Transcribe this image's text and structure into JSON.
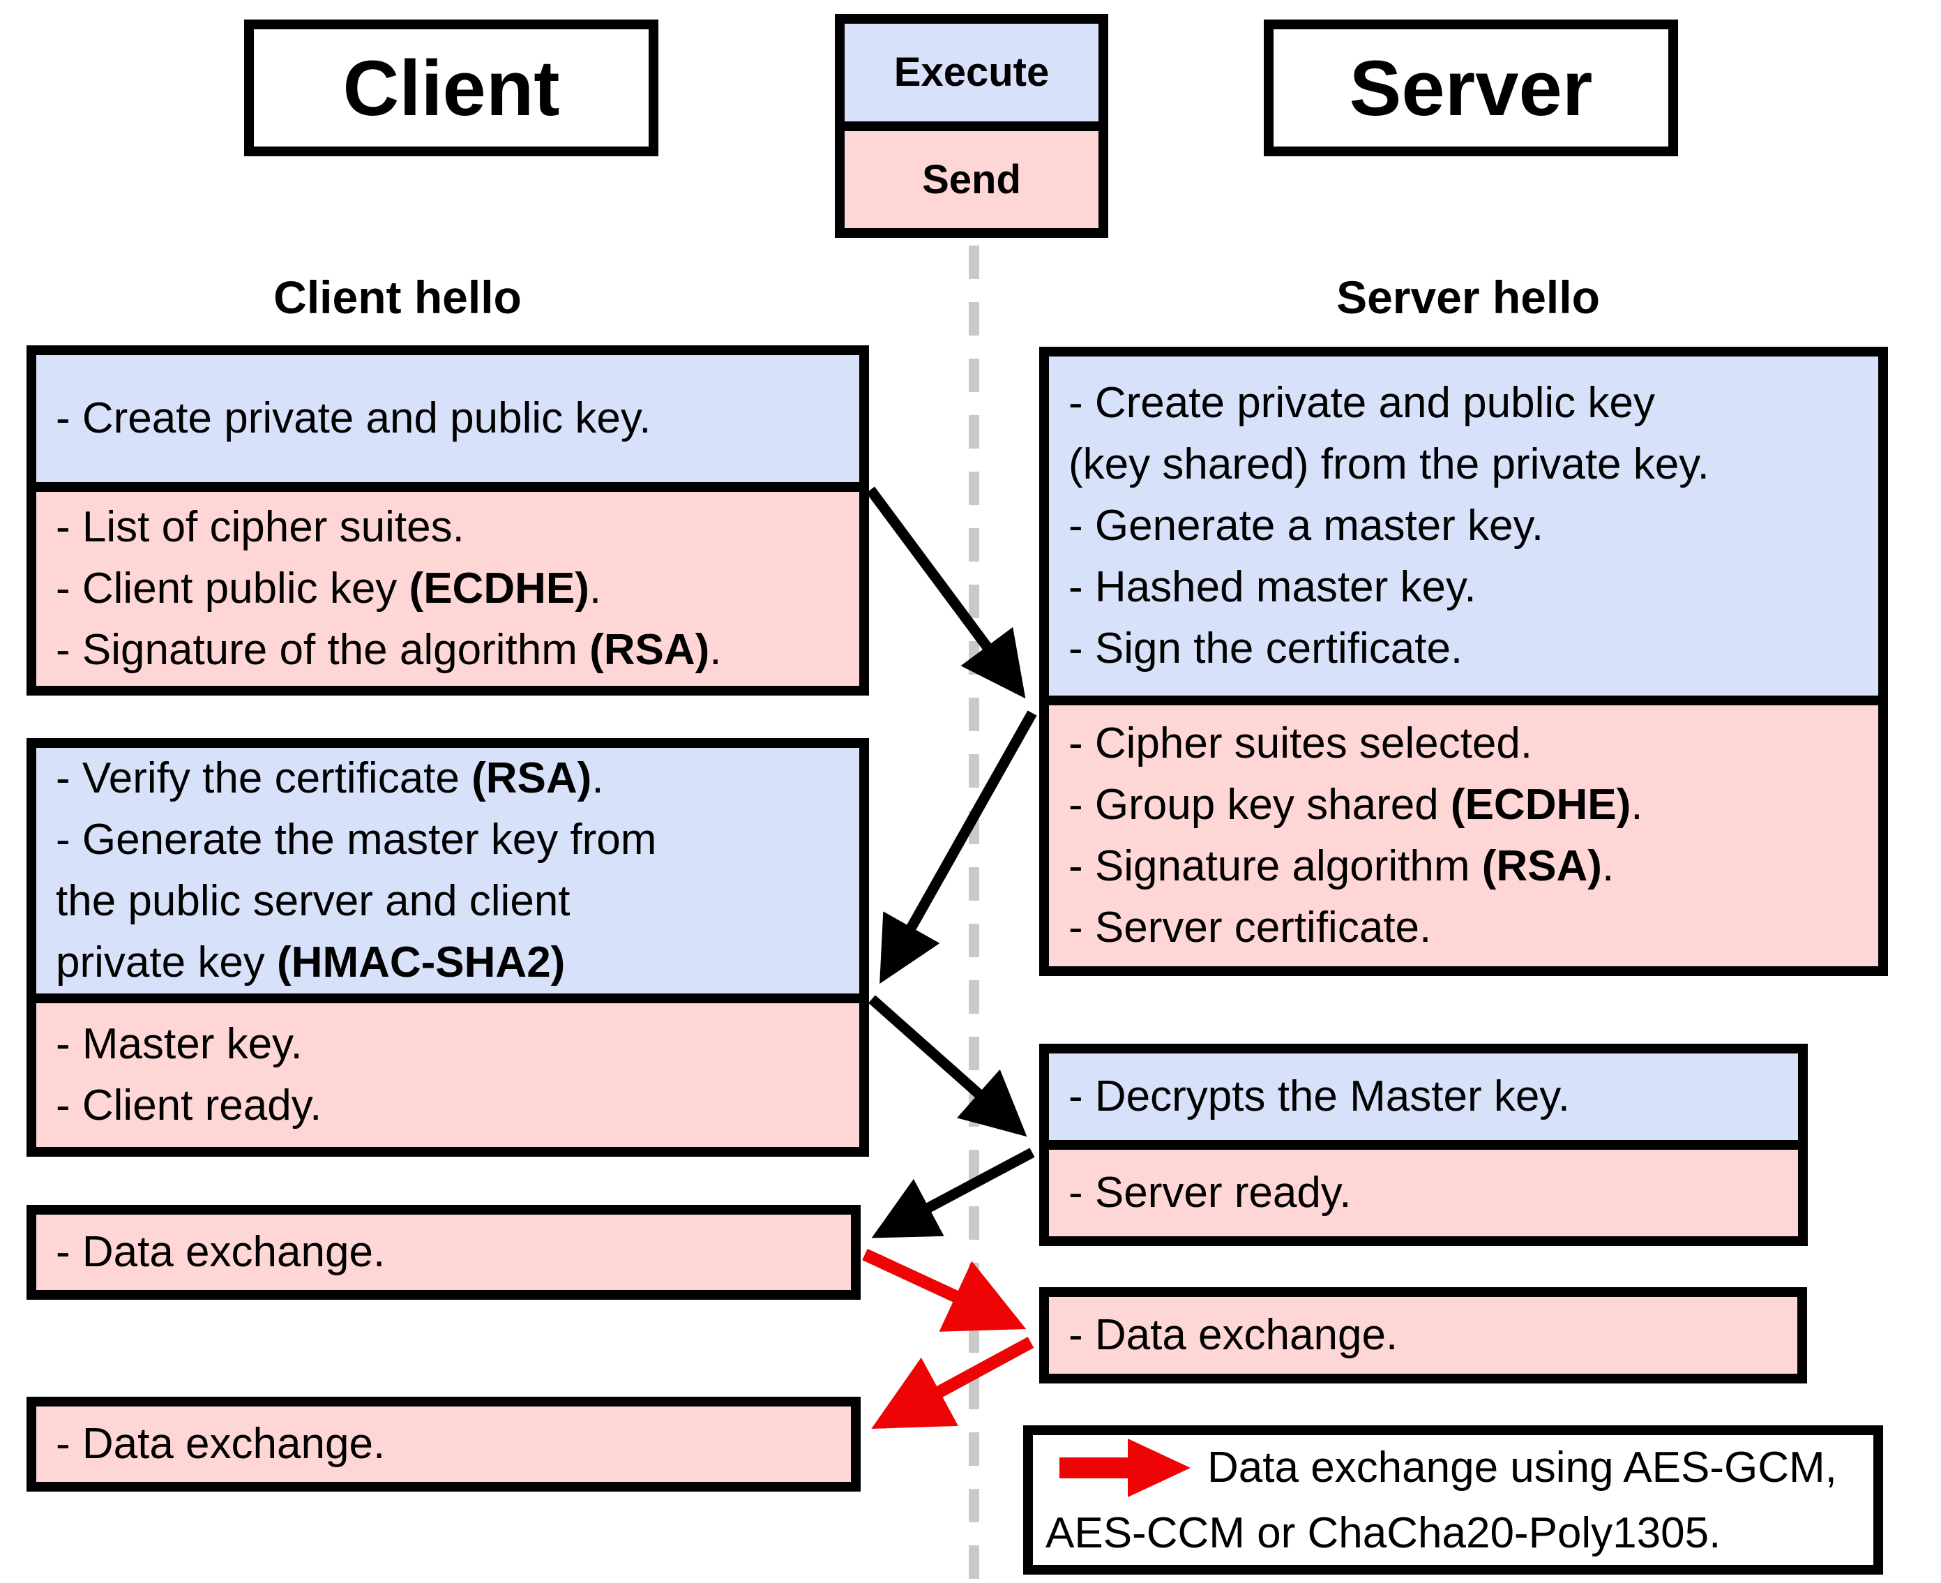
{
  "colors": {
    "execute_fill": "#d8e1fa",
    "send_fill": "#ffd6d6",
    "border": "#000000",
    "arrow_black": "#000000",
    "arrow_red": "#ee0404",
    "lifeline_gray": "#c9c9c9"
  },
  "titles": {
    "client": "Client",
    "server": "Server"
  },
  "legend": {
    "execute": "Execute",
    "send": "Send"
  },
  "headings": {
    "client": "Client hello",
    "server": "Server hello"
  },
  "client_flow": {
    "box1": {
      "execute": [
        [
          {
            "t": "- Create private and public key."
          }
        ]
      ],
      "send": [
        [
          {
            "t": "- List of cipher suites."
          }
        ],
        [
          {
            "t": "- Client public key "
          },
          {
            "t": "(ECDHE)",
            "b": true
          },
          {
            "t": "."
          }
        ],
        [
          {
            "t": "- Signature of the algorithm "
          },
          {
            "t": "(RSA)",
            "b": true
          },
          {
            "t": "."
          }
        ]
      ]
    },
    "box2": {
      "execute": [
        [
          {
            "t": "- Verify the certificate "
          },
          {
            "t": "(RSA)",
            "b": true
          },
          {
            "t": "."
          }
        ],
        [
          {
            "t": "- Generate the master key from"
          }
        ],
        [
          {
            "t": "the public server and client"
          }
        ],
        [
          {
            "t": "private key "
          },
          {
            "t": "(HMAC-SHA2)",
            "b": true
          }
        ]
      ],
      "send": [
        [
          {
            "t": "- Master key."
          }
        ],
        [
          {
            "t": "- Client ready."
          }
        ]
      ]
    },
    "data1": {
      "send": [
        [
          {
            "t": "- Data exchange."
          }
        ]
      ]
    },
    "data2": {
      "send": [
        [
          {
            "t": "- Data exchange."
          }
        ]
      ]
    }
  },
  "server_flow": {
    "box1": {
      "execute": [
        [
          {
            "t": "- Create private and public key"
          }
        ],
        [
          {
            "t": "(key shared) from the private key."
          }
        ],
        [
          {
            "t": "- Generate a master key."
          }
        ],
        [
          {
            "t": "- Hashed master key."
          }
        ],
        [
          {
            "t": "- Sign the certificate."
          }
        ]
      ],
      "send": [
        [
          {
            "t": "- Cipher suites selected."
          }
        ],
        [
          {
            "t": "- Group key shared "
          },
          {
            "t": "(ECDHE)",
            "b": true
          },
          {
            "t": "."
          }
        ],
        [
          {
            "t": "- Signature algorithm "
          },
          {
            "t": "(RSA)",
            "b": true
          },
          {
            "t": "."
          }
        ],
        [
          {
            "t": "- Server certificate."
          }
        ]
      ]
    },
    "box2": {
      "execute": [
        [
          {
            "t": "- Decrypts the Master key."
          }
        ]
      ],
      "send": [
        [
          {
            "t": "- Server ready."
          }
        ]
      ]
    },
    "data": {
      "send": [
        [
          {
            "t": "- Data exchange."
          }
        ]
      ]
    }
  },
  "note": {
    "line1": "Data exchange using AES-GCM,",
    "line2": "AES-CCM or ChaCha20-Poly1305."
  }
}
